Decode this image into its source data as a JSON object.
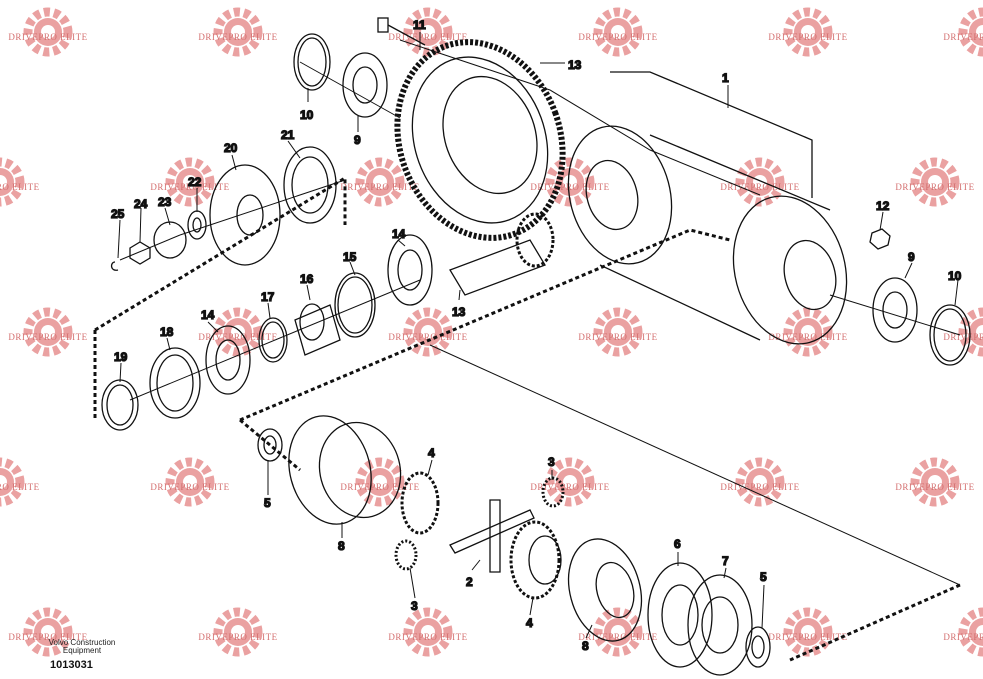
{
  "watermark": {
    "text": "DRIVEPRO ELITE",
    "color": "#e07070"
  },
  "brand_lines": [
    "Volvo Construction",
    "Equipment"
  ],
  "drawing_number": "1013031",
  "callouts": {
    "c1": "1",
    "c2": "2",
    "c3a": "3",
    "c3b": "3",
    "c4a": "4",
    "c4b": "4",
    "c5a": "5",
    "c5b": "5",
    "c6": "6",
    "c7": "7",
    "c8a": "8",
    "c8b": "8",
    "c9a": "9",
    "c9b": "9",
    "c10a": "10",
    "c10b": "10",
    "c11": "11",
    "c12": "12",
    "c13a": "13",
    "c13b": "13",
    "c14a": "14",
    "c14b": "14",
    "c15": "15",
    "c16": "16",
    "c17": "17",
    "c18": "18",
    "c19": "19",
    "c20": "20",
    "c21": "21",
    "c22": "22",
    "c23": "23",
    "c24": "24",
    "c25": "25"
  }
}
